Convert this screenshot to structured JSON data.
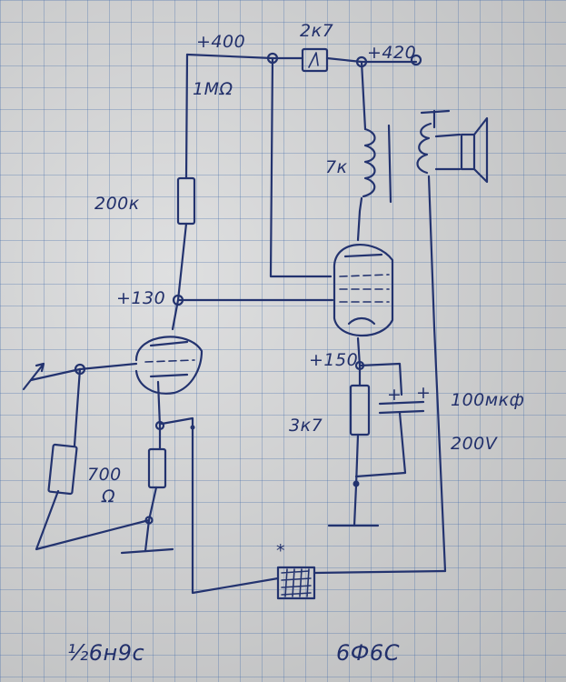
{
  "schematic": {
    "labels": {
      "plus400": "+400",
      "choke_2k7": "2к7",
      "plus420": "+420",
      "feedback_1M": "1МΩ",
      "plate_load": "200к",
      "plus130": "+130",
      "output_transformer": "7к",
      "plus150": "+150",
      "cathode_resistor_v2": "3к7",
      "capacitor_value": "100мкф",
      "capacitor_voltage": "200V",
      "cathode_resistor_v1": "700",
      "ohm": "Ω",
      "tube_v1": "½6н9с",
      "tube_v2": "6Ф6С",
      "cap_plus_left": "+",
      "cap_plus_right": "+",
      "mark": "*"
    },
    "colors": {
      "ink": "#23336f",
      "paper": "#d4d5d6",
      "grid": "#466eaa"
    }
  }
}
